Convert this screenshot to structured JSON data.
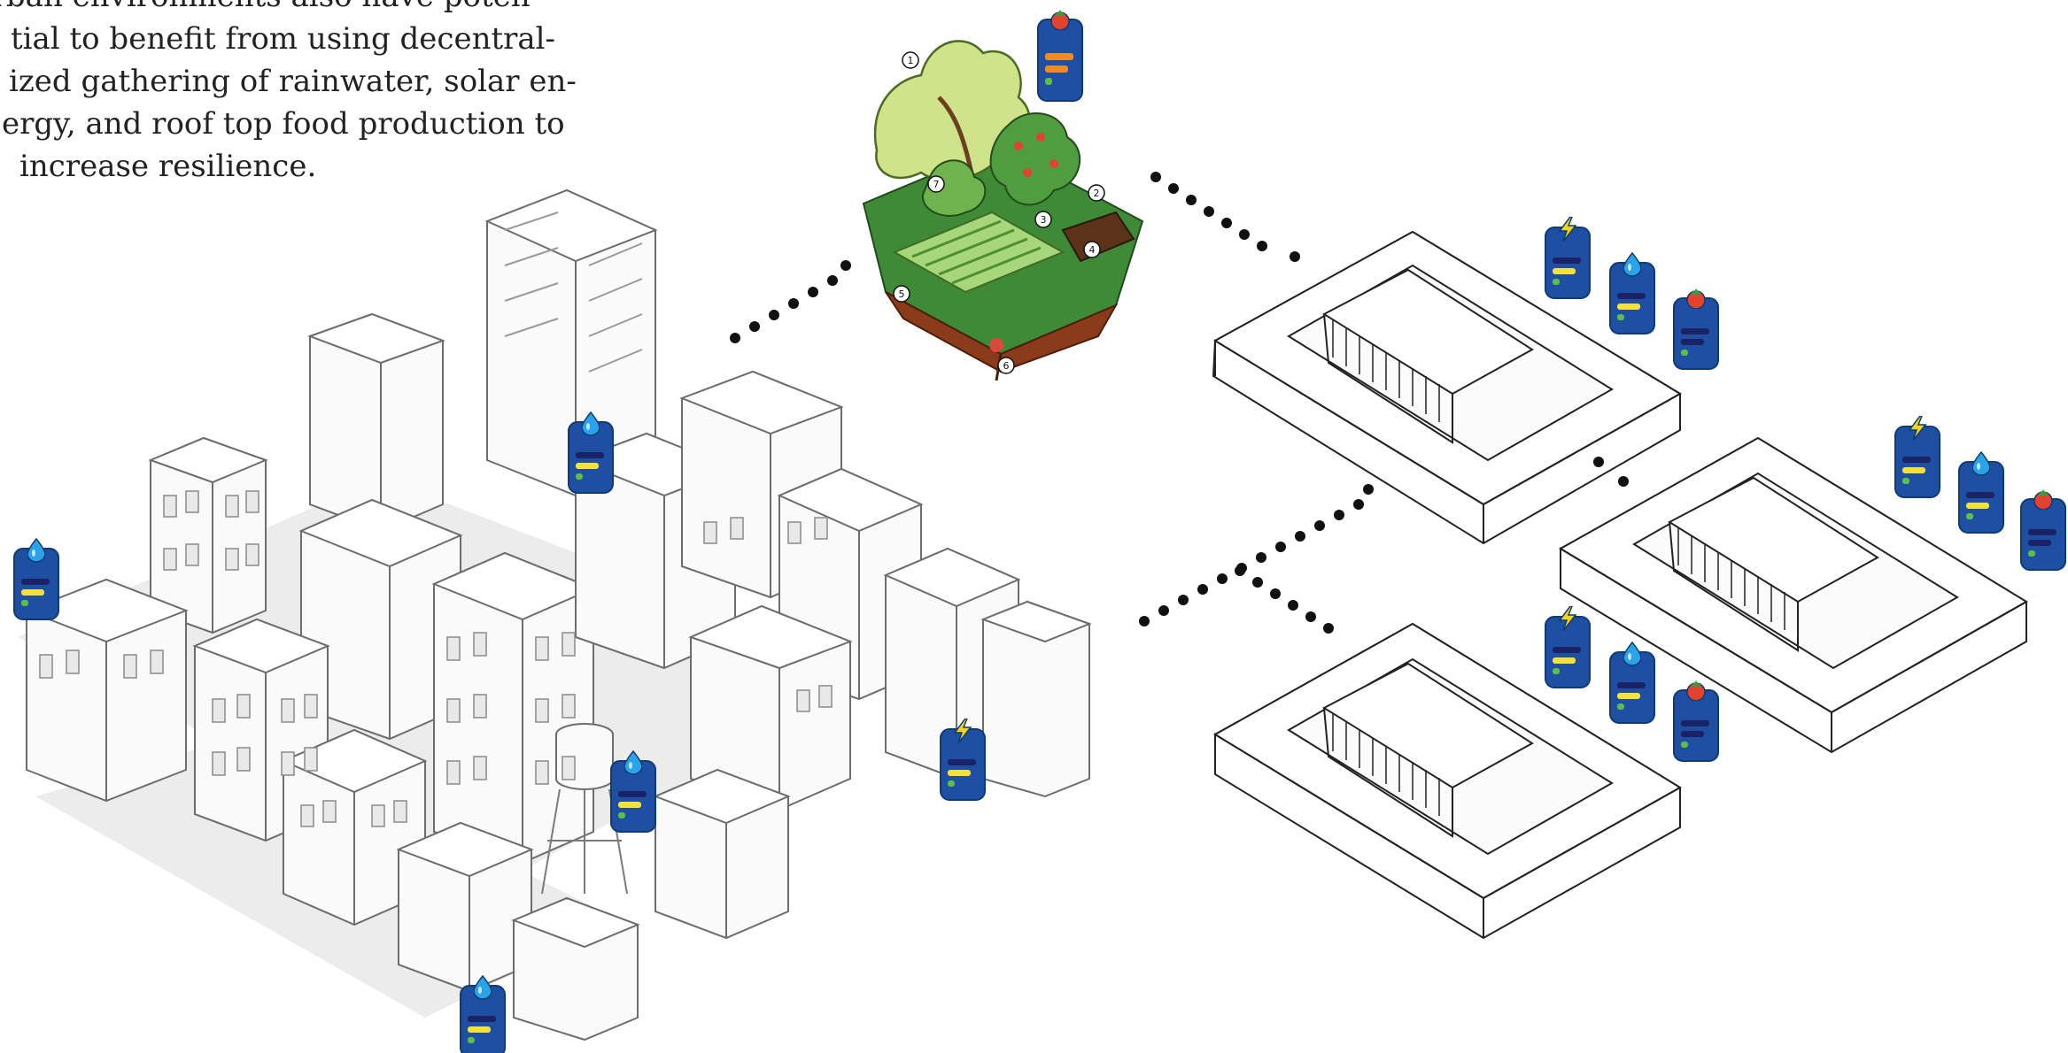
{
  "intro_text": {
    "line1": "Urban environments also have poten-",
    "line2": "tial to benefit from using decentral-",
    "line3": "ized gathering of rainwater, solar en-",
    "line4": "ergy, and roof top food production to",
    "line5": "increase resilience."
  },
  "garden_callouts": [
    "1",
    "2",
    "3",
    "4",
    "5",
    "6",
    "7"
  ],
  "resource_icons": [
    "water-drop-icon",
    "lightning-bolt-icon",
    "tomato-icon"
  ],
  "colors": {
    "card": "#1f4fa3",
    "card_bar_dark": "#1a2366",
    "card_bar_orange": "#f08a24",
    "card_bar_yellow": "#f4e23a",
    "card_bar_green": "#5bbf4a",
    "water": "#2aa3e8",
    "energy": "#f6d21b",
    "food": "#e2432f",
    "garden_green": "#3e8a37",
    "ground_brown": "#8b3a1a",
    "line": "#333333"
  }
}
